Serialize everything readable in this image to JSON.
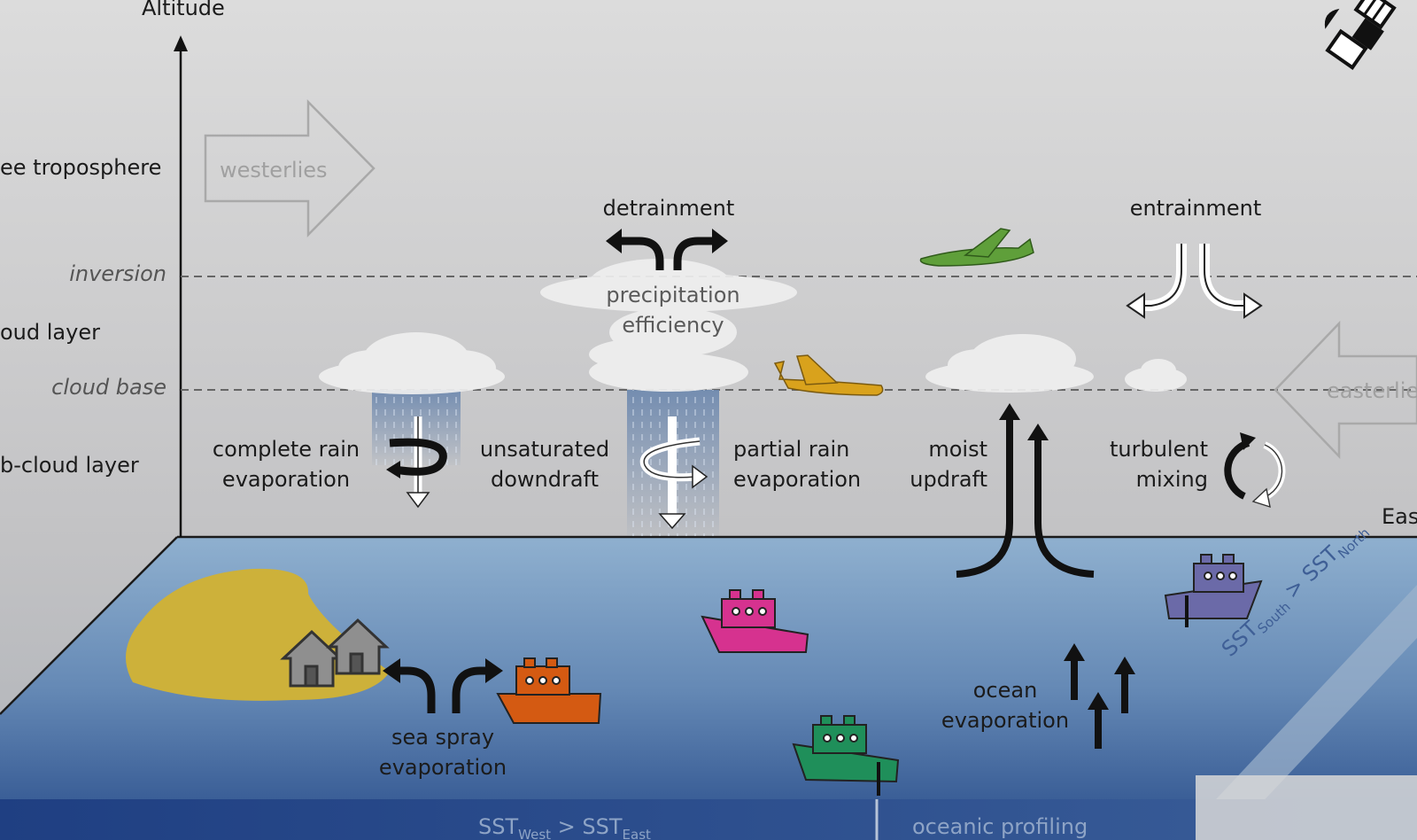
{
  "axis": {
    "title": "Altitude",
    "layers": {
      "free_troposphere": "ee troposphere",
      "inversion": "inversion",
      "cloud_layer": "oud layer",
      "cloud_base": "cloud base",
      "sub_cloud_layer": "b-cloud layer"
    }
  },
  "winds": {
    "westerlies": "westerlies",
    "easterlies": "easterlie",
    "east_edge": "Eas"
  },
  "processes": {
    "detrainment": "detrainment",
    "entrainment": "entrainment",
    "precipitation_efficiency": [
      "precipitation",
      "efficiency"
    ],
    "complete_rain_evaporation": [
      "complete rain",
      "evaporation"
    ],
    "unsaturated_downdraft": [
      "unsaturated",
      "downdraft"
    ],
    "partial_rain_evaporation": [
      "partial rain",
      "evaporation"
    ],
    "moist_updraft": [
      "moist",
      "updraft"
    ],
    "turbulent_mixing": [
      "turbulent",
      "mixing"
    ],
    "sea_spray_evaporation": [
      "sea spray",
      "evaporation"
    ],
    "ocean_evaporation": [
      "ocean",
      "evaporation"
    ]
  },
  "gradients": {
    "west_east": {
      "sst1": "SST",
      "sub1": "West",
      "op": " > ",
      "sst2": "SST",
      "sub2": "East"
    },
    "south_north": {
      "sst1": "SST",
      "sub1": "South",
      "op": " > ",
      "sst2": "SST",
      "sub2": "North"
    }
  },
  "bottom_labels": {
    "oceanic_profiling": "oceanic profiling"
  },
  "icons": [
    "satellite-icon",
    "airplane-icon",
    "ship-icon",
    "house-icon",
    "cloud-icon",
    "arrow-icon"
  ],
  "colors": {
    "airplane_green": "#5f9f3a",
    "airplane_yellow": "#d9a21c",
    "ship_magenta": "#d6328f",
    "ship_orange": "#d45a12",
    "ship_green": "#1f8f5a",
    "ship_purple": "#6b6aa8",
    "island": "#cdb13a",
    "ocean": "#5f87b4"
  }
}
